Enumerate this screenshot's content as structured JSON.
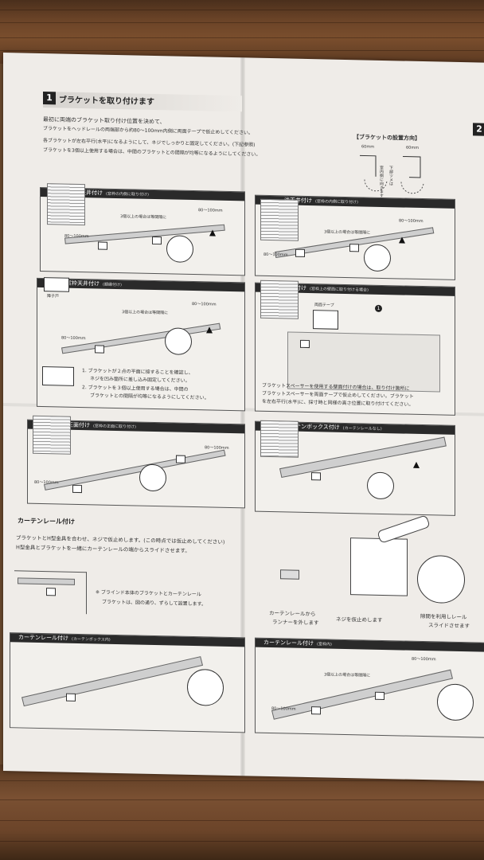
{
  "step1": {
    "number": "1",
    "title": "ブラケットを取り付けます",
    "intro": [
      "最初に両端のブラケット取り付け位置を決めて、",
      "ブラケットをヘッドレールの両端部から約80～100mm内側に両面テープで仮止めしてください。",
      "各ブラケットが左右平行(水平)になるようにして、ネジでしっかりと固定してください。(下記参照)",
      "ブラケットを3個以上使用する場合は、中間のブラケットとの間隔が均等になるようにしてください。"
    ],
    "direction_box": {
      "title": "【ブラケットの設置方向】",
      "note1": "室内側に向きます",
      "note2": "下部ツメは",
      "dim1": "60mm",
      "dim2": "60mm"
    }
  },
  "step2_partial": {
    "number": "2"
  },
  "panels": {
    "p1": {
      "title": "室枠天井付け",
      "sub": "(窓枠の内側に取り付け)",
      "spacing": "3個以上の場合は等間隔に",
      "dim_a": "80～100mm",
      "dim_b": "80～100mm"
    },
    "p2": {
      "title": "浅天井付け",
      "sub": "(窓枠の内側に取り付け)",
      "spacing": "3個以上の場合は等間隔に",
      "dim_a": "80～100mm",
      "dim_b": "80～100mm"
    },
    "p3": {
      "title": "室枠天井付け",
      "sub": "(額縁付け)",
      "spacing": "3個以上の場合は等間隔に",
      "dim_a": "80～100mm",
      "dim_b": "80～100mm",
      "tag": "障子戸",
      "notes": [
        "1. ブラケットが２点の平面に接することを確認し、",
        "ネジを凹み箇所に差し込み固定してください。",
        "2. ブラケットを３個以上使用する場合は、中間の",
        "ブラケットとの間隔が均等になるようにしてください。"
      ]
    },
    "p4": {
      "title": "壁面付け",
      "sub": "(窓枠上の壁面に取り付ける場合)",
      "tape": "両面テープ",
      "notes": [
        "ブラケットスペーサーを使用する壁面付けの場合は、取り付け箇所に",
        "ブラケットスペーサーを両面テープで仮止めしてください。ブラケット",
        "を左右平行(水平)に、採寸時と同様の高さ位置に取り付けてください。"
      ]
    },
    "p5": {
      "title": "室枠正面付け",
      "sub": "(窓枠の正面に取り付け)",
      "dim_a": "80～100mm",
      "dim_b": "80～100mm"
    },
    "p6": {
      "title": "カーテンボックス付け",
      "sub": "(カーテンレールなし)"
    }
  },
  "curtain_rail": {
    "heading": "カーテンレール付け",
    "line1": "ブラケットとH型金具を合わせ、ネジで仮止めします。(この時点では仮止めしてください)",
    "line2": "H型金具とブラケットを一緒にカーテンレールの端からスライドさせます。",
    "note1": "※ ブラインド本体のブラケットとカーテンレール",
    "note2": "ブラケットは、図の通り、ずらして設置します。",
    "step_a1": "カーテンレールから",
    "step_a2": "ランナーを外します",
    "step_b": "ネジを仮止めします",
    "step_c1": "隙間を利用しレール",
    "step_c2": "スライドさせます"
  },
  "bottom_panels": {
    "b1": {
      "title": "カーテンレール付け",
      "sub": "(カーテンボックス内)"
    },
    "b2": {
      "title": "カーテンレール付け",
      "sub": "(室枠内)",
      "spacing": "3個以上の場合は等間隔に",
      "dim_a": "80～100mm",
      "dim_b": "80～100mm"
    }
  }
}
